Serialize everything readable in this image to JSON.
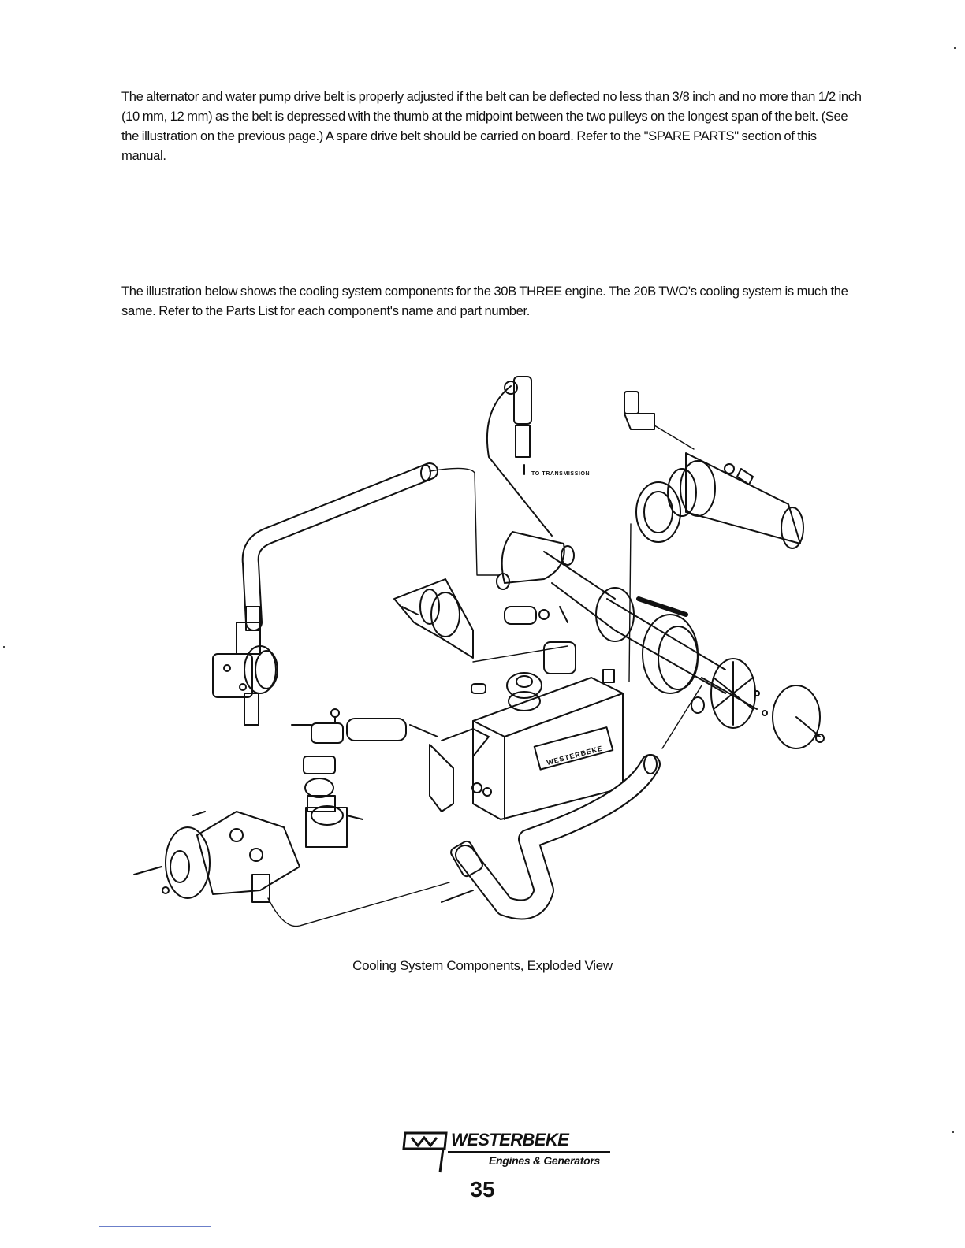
{
  "paragraphs": {
    "belt_adjustment": "The alternator and water pump drive belt is properly adjusted if the belt can be deflected no less than 3/8 inch and no more than 1/2 inch (10 mm, 12 mm) as the belt is depressed with the thumb at the midpoint between the two pulleys on the longest span of the belt. (See the illustration on the previous page.) A spare drive belt should be carried on board. Refer to the \"SPARE PARTS\" section of this manual.",
    "cooling_system": "The illustration below shows the cooling system components for the 30B THREE engine. The 20B TWO's cooling system is much the same. Refer to the Parts List for each component's name and part number."
  },
  "diagram": {
    "callout": "TO TRANSMISSION",
    "tank_plate": "WESTERBEKE",
    "caption": "Cooling System Components, Exploded View"
  },
  "footer": {
    "brand": "WESTERBEKE",
    "tagline": "Engines & Generators",
    "page_number": "35"
  }
}
